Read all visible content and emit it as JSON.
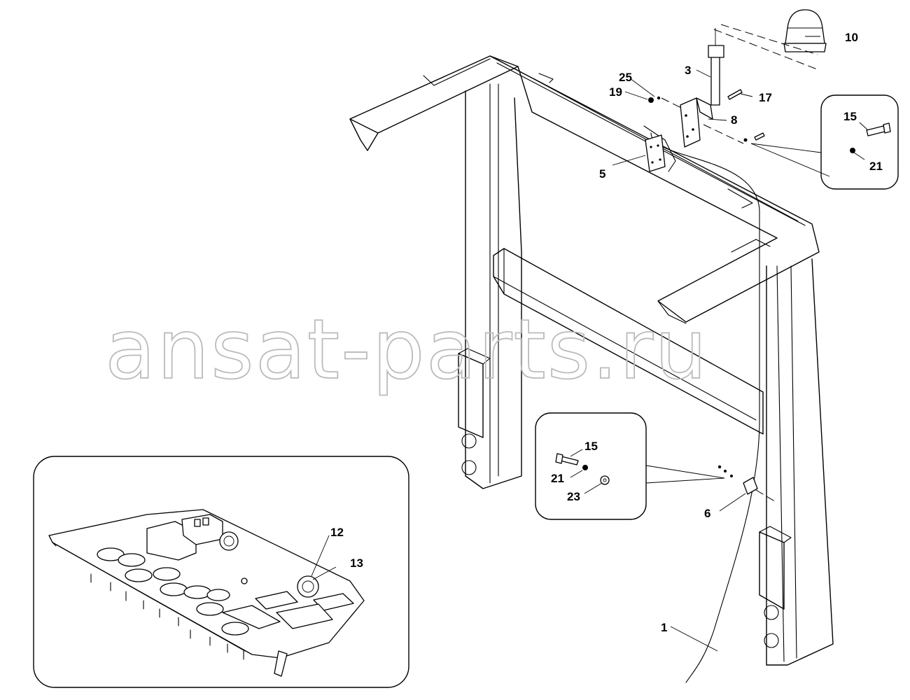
{
  "diagram": {
    "watermark": "ansat-parts.ru",
    "callouts": {
      "c1": "1",
      "c3": "3",
      "c5": "5",
      "c6": "6",
      "c8": "8",
      "c10": "10",
      "c12": "12",
      "c13": "13",
      "c15a": "15",
      "c15b": "15",
      "c17": "17",
      "c19": "19",
      "c21a": "21",
      "c21b": "21",
      "c23": "23",
      "c25": "25"
    }
  }
}
